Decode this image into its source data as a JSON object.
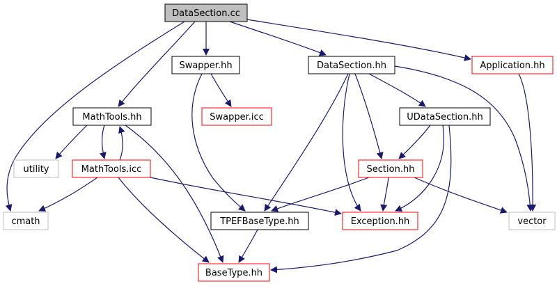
{
  "colors": {
    "background": "#ffffff",
    "edge": "#191970",
    "text": "#000000",
    "root_fill": "#bfbfbf",
    "border_black": "#000000",
    "border_red": "#ff0000",
    "border_gray": "#bfbfbf"
  },
  "nodes": [
    {
      "id": "datasection_cc",
      "label": "DataSection.cc",
      "style": "root"
    },
    {
      "id": "swapper_hh",
      "label": "Swapper.hh",
      "style": "black"
    },
    {
      "id": "datasection_hh",
      "label": "DataSection.hh",
      "style": "black"
    },
    {
      "id": "application_hh",
      "label": "Application.hh",
      "style": "red"
    },
    {
      "id": "mathtools_hh",
      "label": "MathTools.hh",
      "style": "black"
    },
    {
      "id": "swapper_icc",
      "label": "Swapper.icc",
      "style": "red"
    },
    {
      "id": "udatasection_hh",
      "label": "UDataSection.hh",
      "style": "black"
    },
    {
      "id": "utility",
      "label": "utility",
      "style": "gray"
    },
    {
      "id": "mathtools_icc",
      "label": "MathTools.icc",
      "style": "red"
    },
    {
      "id": "section_hh",
      "label": "Section.hh",
      "style": "red"
    },
    {
      "id": "cmath",
      "label": "cmath",
      "style": "gray"
    },
    {
      "id": "tpefbasetype_hh",
      "label": "TPEFBaseType.hh",
      "style": "black"
    },
    {
      "id": "exception_hh",
      "label": "Exception.hh",
      "style": "red"
    },
    {
      "id": "vector",
      "label": "vector",
      "style": "gray"
    },
    {
      "id": "basetype_hh",
      "label": "BaseType.hh",
      "style": "red"
    }
  ],
  "edges": [
    {
      "from": "datasection_cc",
      "to": "swapper_hh"
    },
    {
      "from": "datasection_cc",
      "to": "datasection_hh"
    },
    {
      "from": "datasection_cc",
      "to": "application_hh"
    },
    {
      "from": "datasection_cc",
      "to": "mathtools_hh"
    },
    {
      "from": "datasection_cc",
      "to": "cmath"
    },
    {
      "from": "swapper_hh",
      "to": "swapper_icc"
    },
    {
      "from": "swapper_hh",
      "to": "tpefbasetype_hh"
    },
    {
      "from": "datasection_hh",
      "to": "udatasection_hh"
    },
    {
      "from": "datasection_hh",
      "to": "section_hh"
    },
    {
      "from": "datasection_hh",
      "to": "tpefbasetype_hh"
    },
    {
      "from": "datasection_hh",
      "to": "exception_hh"
    },
    {
      "from": "datasection_hh",
      "to": "vector"
    },
    {
      "from": "application_hh",
      "to": "vector"
    },
    {
      "from": "mathtools_hh",
      "to": "utility"
    },
    {
      "from": "mathtools_hh",
      "to": "mathtools_icc"
    },
    {
      "from": "mathtools_hh",
      "to": "basetype_hh"
    },
    {
      "from": "mathtools_icc",
      "to": "mathtools_hh"
    },
    {
      "from": "mathtools_icc",
      "to": "cmath"
    },
    {
      "from": "mathtools_icc",
      "to": "exception_hh"
    },
    {
      "from": "mathtools_icc",
      "to": "basetype_hh"
    },
    {
      "from": "udatasection_hh",
      "to": "section_hh"
    },
    {
      "from": "udatasection_hh",
      "to": "exception_hh"
    },
    {
      "from": "udatasection_hh",
      "to": "basetype_hh"
    },
    {
      "from": "section_hh",
      "to": "tpefbasetype_hh"
    },
    {
      "from": "section_hh",
      "to": "exception_hh"
    },
    {
      "from": "section_hh",
      "to": "vector"
    },
    {
      "from": "tpefbasetype_hh",
      "to": "basetype_hh"
    }
  ]
}
